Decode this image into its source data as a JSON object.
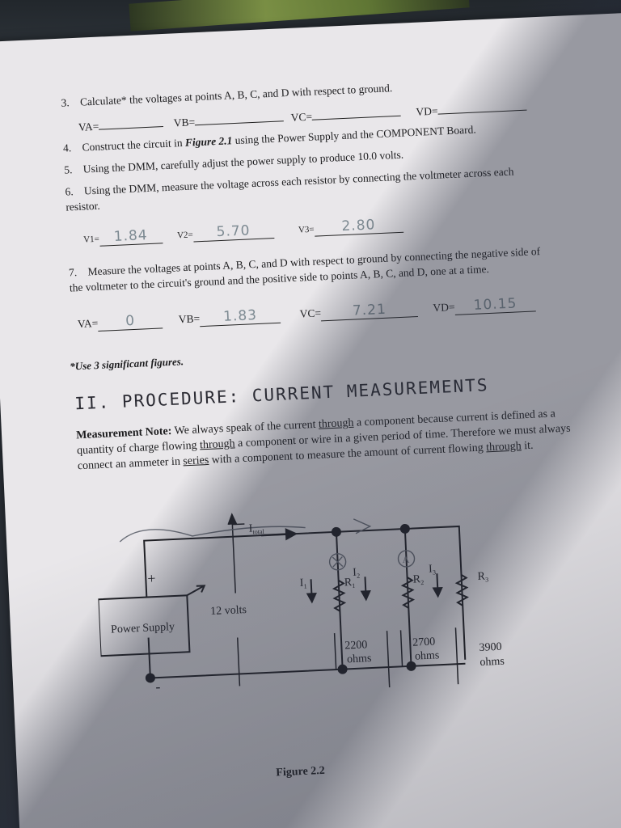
{
  "items": {
    "q3": {
      "num": "3.",
      "text": "Calculate* the voltages at points A, B, C, and D with respect to ground."
    },
    "q3_fields": {
      "va": "VA=",
      "vb": "VB=",
      "vc": "VC=",
      "vd": "VD="
    },
    "q4": {
      "num": "4.",
      "text_pre": "Construct the circuit in ",
      "fig": "Figure 2.1",
      "text_post": " using the Power Supply and the COMPONENT Board."
    },
    "q5": {
      "num": "5.",
      "text": "Using the DMM, carefully adjust the power supply to produce 10.0 volts."
    },
    "q6": {
      "num": "6.",
      "text": "Using the DMM, measure the voltage across each resistor by connecting the voltmeter across each resistor."
    },
    "q6_fields": {
      "v1_label": "V1=",
      "v1_value": "1.84",
      "v2_label": "V2=",
      "v2_value": "5.70",
      "v3_label": "V3=",
      "v3_value": "2.80"
    },
    "q7": {
      "num": "7.",
      "text": "Measure the voltages at points A, B, C, and D with respect to ground by connecting the negative side of the voltmeter to the circuit's ground and the positive side to points A, B, C, and D, one at a time."
    },
    "q7_fields": {
      "va": "VA=",
      "va_value": "0",
      "vb": "VB=",
      "vb_value": "1.83",
      "vc": "VC=",
      "vc_value": "7.21",
      "vd": "VD=",
      "vd_value": "10.15"
    },
    "footnote": "*Use 3 significant figures."
  },
  "section": {
    "heading": "II. PROCEDURE: CURRENT MEASUREMENTS",
    "note_label": "Measurement Note:",
    "note_text_1": " We always speak of the current ",
    "note_through_1": "through",
    "note_text_2": " a component because current is defined as a quantity of charge flowing ",
    "note_through_2": "through",
    "note_text_3": " a component or wire in a given period of time. Therefore we must always connect an ammeter in ",
    "note_series": "series",
    "note_text_4": " with a component to measure the amount of current flowing ",
    "note_through_3": "through",
    "note_text_5": " it."
  },
  "figure": {
    "power_supply": "Power Supply",
    "plus": "+",
    "minus": "-",
    "volts": "12 volts",
    "itotal_i": "I",
    "itotal_sub": "total",
    "i1": "I",
    "i1_sub": "1",
    "i2": "I",
    "i2_sub": "2",
    "i3": "I",
    "i3_sub": "3",
    "r1": "R",
    "r1_sub": "1",
    "r2": "R",
    "r2_sub": "2",
    "r3": "R",
    "r3_sub": "3",
    "r1_value": "2200",
    "r1_unit": "ohms",
    "r2_value": "2700",
    "r2_unit": "ohms",
    "r3_value": "3900",
    "r3_unit": "ohms",
    "ammeter_mark": "A",
    "caption": "Figure 2.2"
  }
}
